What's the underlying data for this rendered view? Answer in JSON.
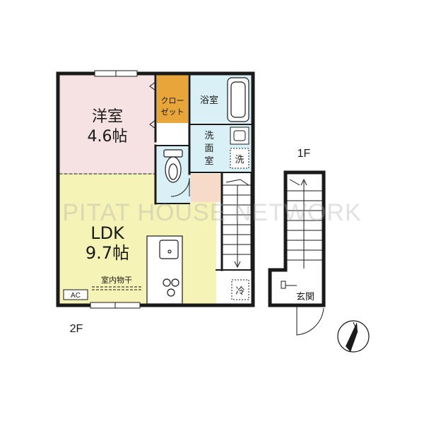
{
  "rooms": {
    "western_room": {
      "name": "洋室",
      "size": "4.6帖"
    },
    "ldk": {
      "name": "LDK",
      "size": "9.7帖"
    },
    "closet": {
      "line1": "クロー",
      "line2": "ゼット"
    },
    "bathroom": "浴室",
    "washroom": {
      "line1": "洗",
      "line2": "面",
      "line3": "室"
    },
    "entrance": "玄関"
  },
  "fixtures": {
    "washer_mark": "洗",
    "fridge_mark": "冷",
    "indoor_drying": "室内物干",
    "ac": "AC"
  },
  "floors": {
    "upper": "2F",
    "lower": "1F"
  },
  "watermark": "PITAT HOUSE NETWORK",
  "colors": {
    "western_room": "#f6e1e3",
    "ldk": "#f5f3b6",
    "closet": "#e8a53a",
    "wet_area": "#d9f1f6",
    "hall": "#f6dcc8",
    "wall": "#1a1a1a"
  },
  "icons": [
    "compass-north-icon",
    "toilet-icon",
    "bathtub-icon",
    "sink-icon",
    "stove-icon",
    "door-swing-icon",
    "stairs-icon"
  ]
}
